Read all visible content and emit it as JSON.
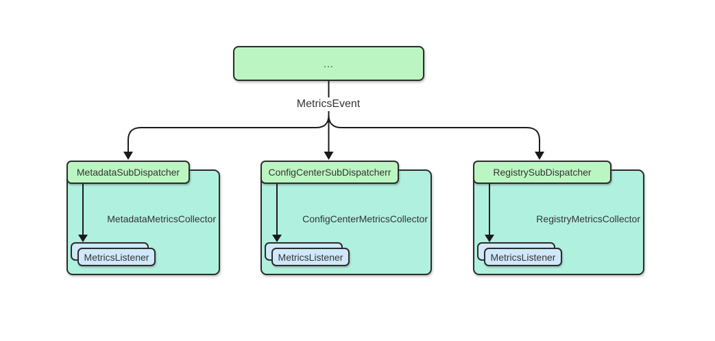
{
  "colors": {
    "background": "#ffffff",
    "node-green": "#bbf5c2",
    "container-teal": "#b0f0de",
    "listener-blue": "#cfe8fa",
    "border": "#2b2b2b",
    "edge": "#1a1a1a",
    "text": "#333333"
  },
  "root": {
    "label": "..."
  },
  "edge_label": "MetricsEvent",
  "groups": [
    {
      "dispatcher": "MetadataSubDispatcher",
      "collector": "MetadataMetricsCollector",
      "listener": "MetricsListener"
    },
    {
      "dispatcher": "ConfigCenterSubDispatcherr",
      "collector": "ConfigCenterMetricsCollector",
      "listener": "MetricsListener"
    },
    {
      "dispatcher": "RegistrySubDispatcher",
      "collector": "RegistryMetricsCollector",
      "listener": "MetricsListener"
    }
  ]
}
